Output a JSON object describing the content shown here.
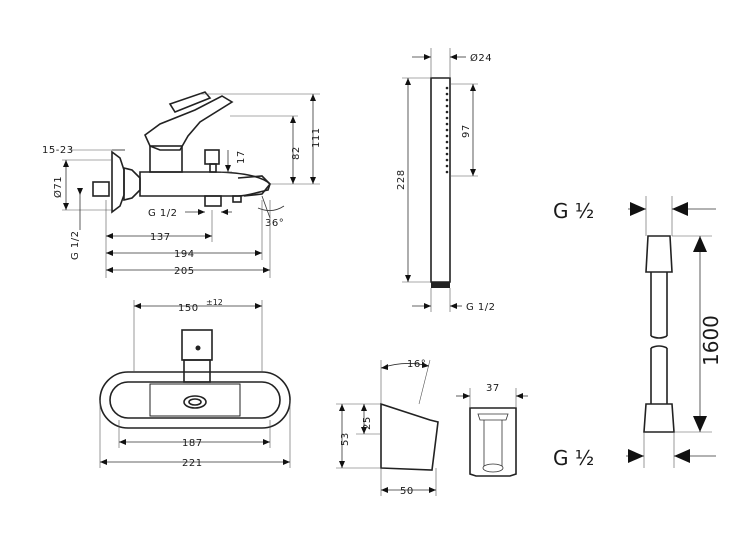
{
  "colors": {
    "line": "#222222",
    "background": "#ffffff"
  },
  "mixer_side": {
    "d_15_23": "15-23",
    "d_71": "Ø71",
    "d_g12_left": "G 1/2",
    "d_g12_bottom": "G 1/2",
    "d_17": "17",
    "d_36": "36°",
    "d_137": "137",
    "d_194": "194",
    "d_205": "205",
    "d_82": "82",
    "d_111": "111"
  },
  "mixer_front": {
    "d_150": "150",
    "d_tol": "±12",
    "d_187": "187",
    "d_221": "221"
  },
  "hand_shower": {
    "d_24": "Ø24",
    "d_97": "97",
    "d_228": "228",
    "d_g12": "G 1/2"
  },
  "holder_side": {
    "d_16": "16°",
    "d_53": "53",
    "d_25": "25",
    "d_50": "50"
  },
  "holder_front": {
    "d_37": "37"
  },
  "hose": {
    "d_g12_top": "G ½",
    "d_g12_bottom": "G ½",
    "d_1600": "1600"
  }
}
